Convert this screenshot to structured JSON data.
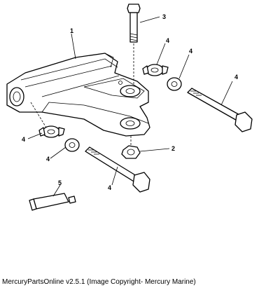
{
  "callouts": {
    "c1": "1",
    "c2": "2",
    "c3": "3",
    "c4a": "4",
    "c4b": "4",
    "c4c": "4",
    "c4d": "4",
    "c4e": "4",
    "c4f": "4",
    "c5": "5"
  },
  "footer": {
    "copyright": "MercuryPartsOnline v2.5.1 (Image Copyright- Mercury Marine)"
  },
  "colors": {
    "line": "#000000",
    "background": "#ffffff"
  }
}
